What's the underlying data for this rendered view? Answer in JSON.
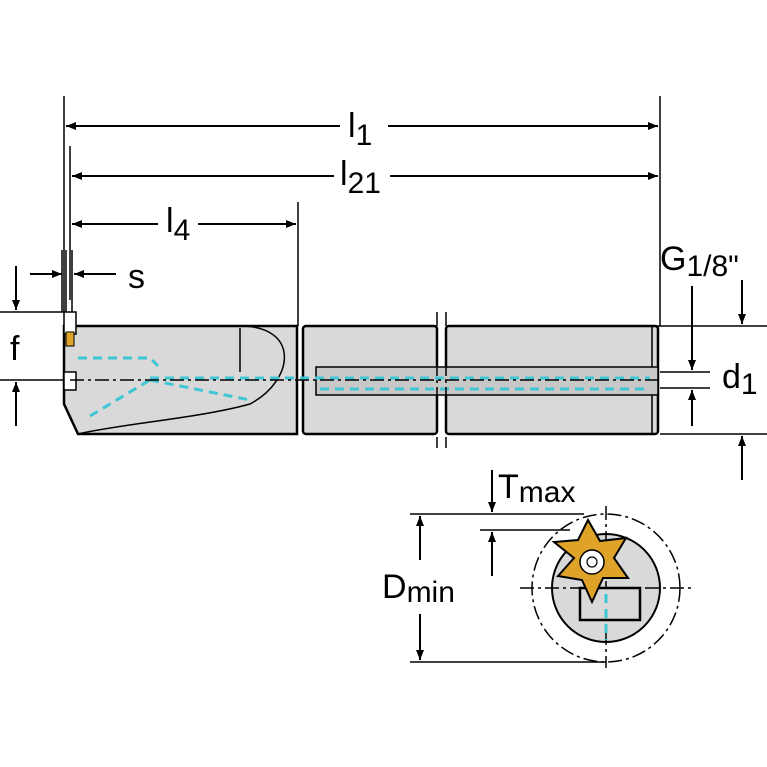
{
  "labels": {
    "l1_main": "l",
    "l1_sub": "1",
    "l21_main": "l",
    "l21_sub": "21",
    "l4_main": "l",
    "l4_sub": "4",
    "s": "s",
    "f": "f",
    "g_main": "G",
    "g_sub": "1/8\"",
    "d1_main": "d",
    "d1_sub": "1",
    "tmax_main": "T",
    "tmax_sub": "max",
    "dmin_main": "D",
    "dmin_sub": "min"
  },
  "colors": {
    "body_fill": "#d9d9d9",
    "coolant": "#3fc6d4",
    "insert": "#e0a32a",
    "outline": "#000000"
  },
  "icons": {
    "insert": "five-point-star-insert",
    "screw": "torx-screw"
  }
}
